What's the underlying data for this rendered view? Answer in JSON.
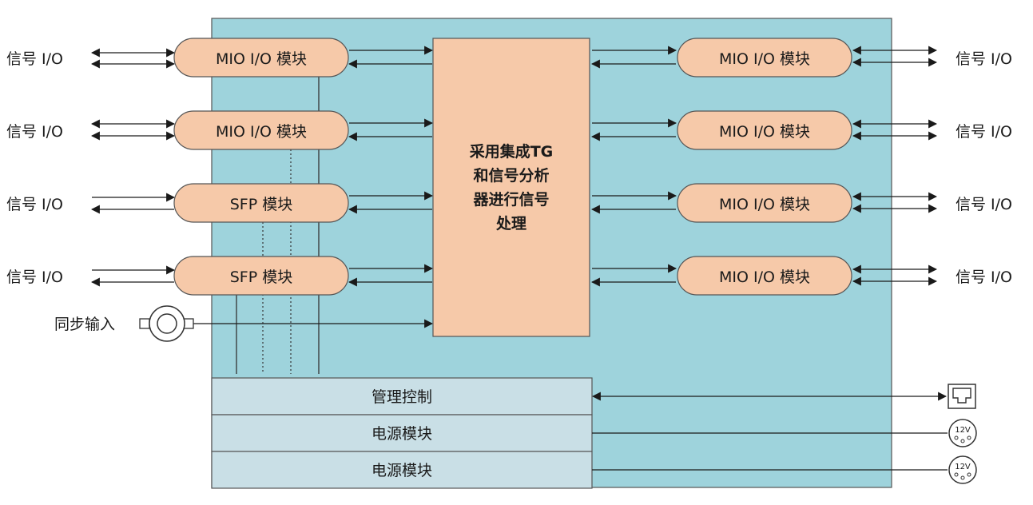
{
  "colors": {
    "board": "#9ed3dc",
    "module": "#f6c9a9",
    "processor": "#f6c9a9",
    "lower_block": "#c9dfe6",
    "line": "#1a1a1a"
  },
  "left_io": [
    "信号 I/O",
    "信号 I/O",
    "信号 I/O",
    "信号 I/O"
  ],
  "right_io": [
    "信号 I/O",
    "信号 I/O",
    "信号 I/O",
    "信号 I/O"
  ],
  "left_modules": [
    "MIO I/O 模块",
    "MIO I/O 模块",
    "SFP 模块",
    "SFP 模块"
  ],
  "right_modules": [
    "MIO I/O 模块",
    "MIO I/O 模块",
    "MIO I/O 模块",
    "MIO I/O 模块"
  ],
  "processor_lines": [
    "采用集成TG",
    "和信号分析",
    "器进行信号",
    "处理"
  ],
  "sync_input_label": "同步输入",
  "lower_blocks": [
    "管理控制",
    "电源模块",
    "电源模块"
  ],
  "power_connector_label": "12V",
  "icons": {
    "sync_connector": "bnc-connector-icon",
    "management_port": "ethernet-port-icon",
    "power_connector": "dc-power-connector-icon"
  }
}
